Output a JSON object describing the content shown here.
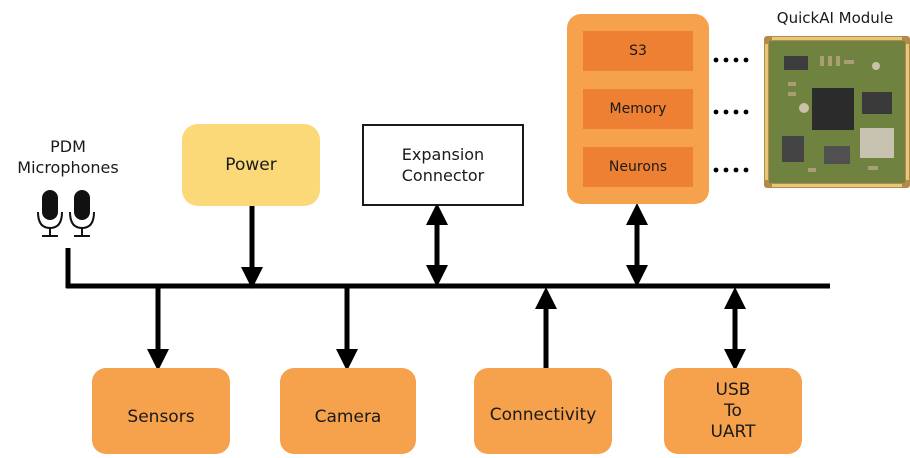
{
  "labels": {
    "quickai": "QuickAI Module",
    "pdm_line1": "PDM",
    "pdm_line2": "Microphones"
  },
  "blocks": {
    "power": "Power",
    "expansion_line1": "Expansion",
    "expansion_line2": "Connector",
    "sensors": "Sensors",
    "camera": "Camera",
    "connectivity": "Connectivity",
    "usb_line1": "USB",
    "usb_line2": "To",
    "usb_line3": "UART"
  },
  "module": {
    "chips": [
      "S3",
      "Memory",
      "Neurons"
    ]
  },
  "icons": [
    "microphone-icon",
    "microphone-icon",
    "quickai-board-icon"
  ],
  "colors": {
    "orange": "#f6a14c",
    "orange_dark": "#ee8033",
    "power_yellow": "#fbd878",
    "line": "#000000",
    "board_green": "#7a8a3a"
  }
}
